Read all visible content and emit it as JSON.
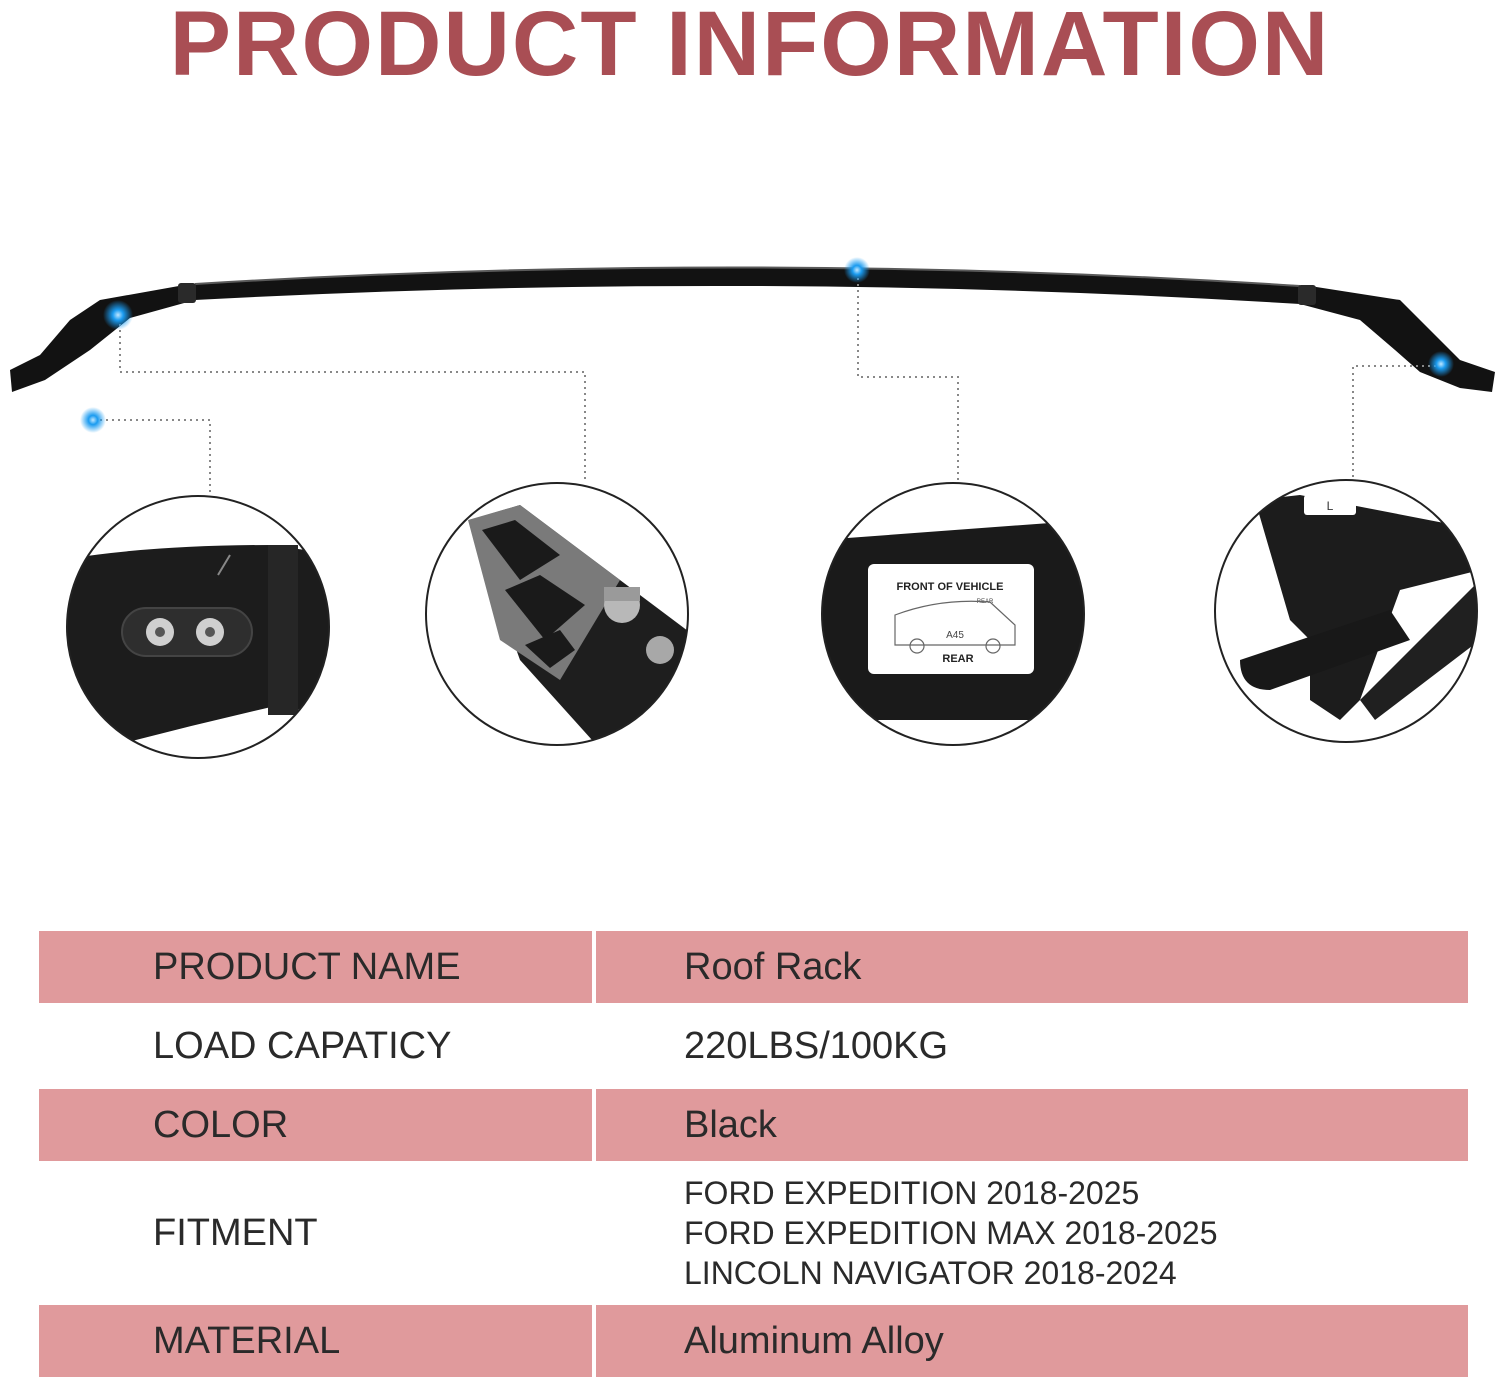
{
  "title": "PRODUCT INFORMATION",
  "colors": {
    "title": "#a94e54",
    "row_fill": "#e09a9c",
    "marker": "#1a9bf0",
    "bar": "#111111"
  },
  "callouts": {
    "sticker_front": "FRONT OF VEHICLE",
    "sticker_rear_small": "REAR",
    "sticker_code": "A45",
    "sticker_rear": "REAR",
    "side_tag": "L"
  },
  "specs": {
    "rows": [
      {
        "label": "PRODUCT NAME",
        "value": "Roof Rack"
      },
      {
        "label": "LOAD CAPATICY",
        "value": "220LBS/100KG"
      },
      {
        "label": "COLOR",
        "value": "Black"
      },
      {
        "label": "FITMENT",
        "lines": [
          "FORD EXPEDITION 2018-2025",
          "FORD EXPEDITION MAX 2018-2025",
          "LINCOLN NAVIGATOR 2018-2024"
        ]
      },
      {
        "label": "MATERIAL",
        "value": "Aluminum Alloy"
      }
    ]
  }
}
